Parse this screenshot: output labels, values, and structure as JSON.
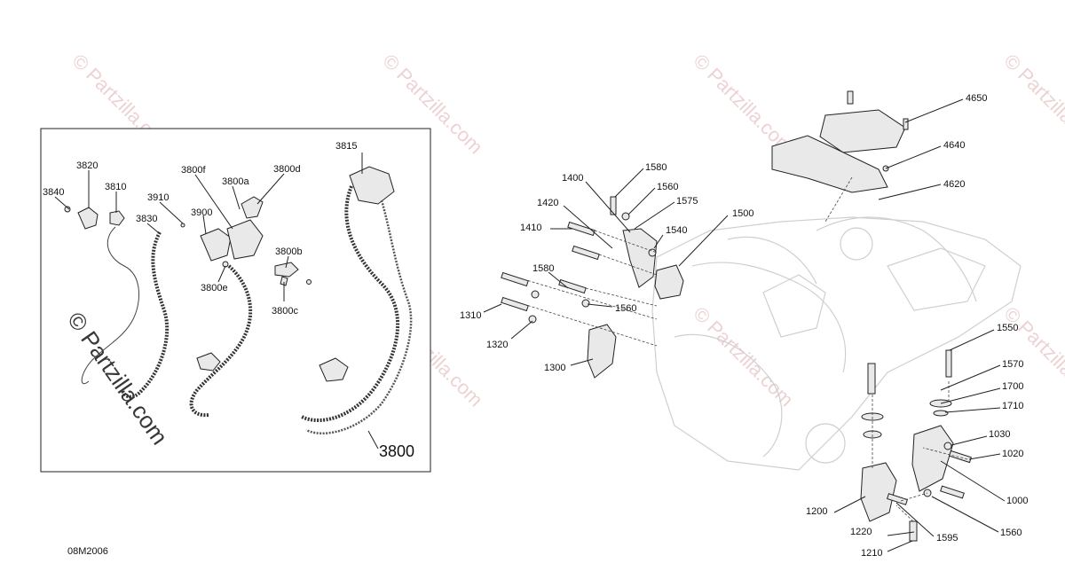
{
  "diagram_code": "08M2006",
  "watermark": "© Partzilla.com",
  "inset": {
    "labels": {
      "l3815": "3815",
      "l3820": "3820",
      "l3840": "3840",
      "l3810": "3810",
      "l3830": "3830",
      "l3910": "3910",
      "l3900": "3900",
      "l3800f": "3800f",
      "l3800a": "3800a",
      "l3800d": "3800d",
      "l3800b": "3800b",
      "l3800e": "3800e",
      "l3800c": "3800c",
      "l3800": "3800"
    }
  },
  "main": {
    "labels": {
      "l4650": "4650",
      "l4640": "4640",
      "l4620": "4620",
      "l1580a": "1580",
      "l1400": "1400",
      "l1560a": "1560",
      "l1575": "1575",
      "l1420": "1420",
      "l1500": "1500",
      "l1410": "1410",
      "l1540": "1540",
      "l1580b": "1580",
      "l1560b": "1560",
      "l1310": "1310",
      "l1320": "1320",
      "l1300": "1300",
      "l1550": "1550",
      "l1570": "1570",
      "l1700": "1700",
      "l1710": "1710",
      "l1030": "1030",
      "l1020": "1020",
      "l1000": "1000",
      "l1200": "1200",
      "l1220": "1220",
      "l1560c": "1560",
      "l1595": "1595",
      "l1210": "1210"
    }
  }
}
